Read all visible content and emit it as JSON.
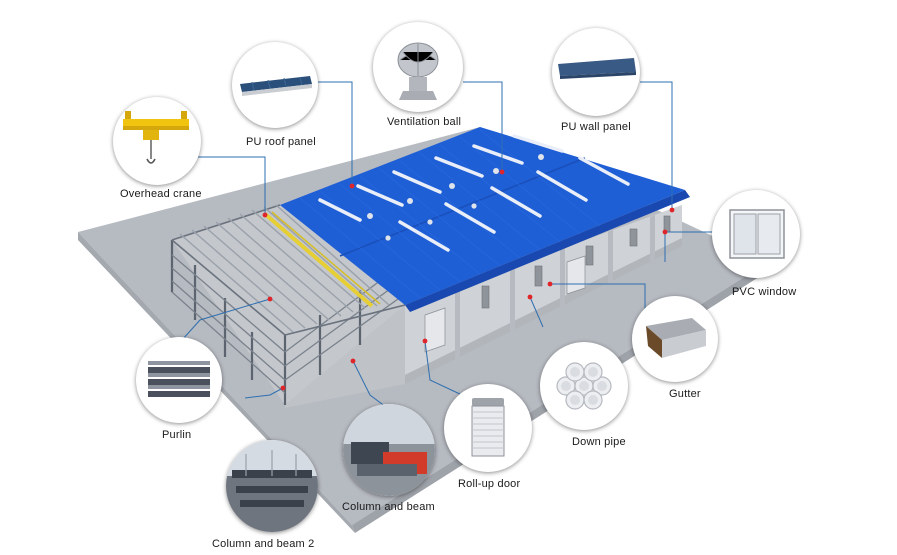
{
  "components": [
    {
      "id": "overhead-crane",
      "label": "Overhead crane",
      "icon": "overhead-crane-icon"
    },
    {
      "id": "pu-roof-panel",
      "label": "PU roof panel",
      "icon": "roof-panel-icon"
    },
    {
      "id": "ventilation-ball",
      "label": "Ventilation ball",
      "icon": "ventilator-icon"
    },
    {
      "id": "pu-wall-panel",
      "label": "PU wall panel",
      "icon": "wall-panel-icon"
    },
    {
      "id": "pvc-window",
      "label": "PVC window",
      "icon": "window-icon"
    },
    {
      "id": "gutter",
      "label": "Gutter",
      "icon": "gutter-icon"
    },
    {
      "id": "down-pipe",
      "label": "Down pipe",
      "icon": "pipes-icon"
    },
    {
      "id": "roll-up-door",
      "label": "Roll-up door",
      "icon": "rollup-door-icon"
    },
    {
      "id": "column-and-beam",
      "label": "Column and beam",
      "icon": "steel-beams-icon"
    },
    {
      "id": "column-and-beam-2",
      "label": "Column and beam 2",
      "icon": "steel-structure-icon"
    },
    {
      "id": "purlin",
      "label": "Purlin",
      "icon": "purlin-icon"
    }
  ],
  "colors": {
    "roof": "#1f5fd6",
    "roof_dark": "#1848b0",
    "wall": "#c9ccd1",
    "ground": "#b8bcc3",
    "leader": "#2f6fb0",
    "marker": "#e0252a",
    "crane_beam": "#e8d23a"
  }
}
